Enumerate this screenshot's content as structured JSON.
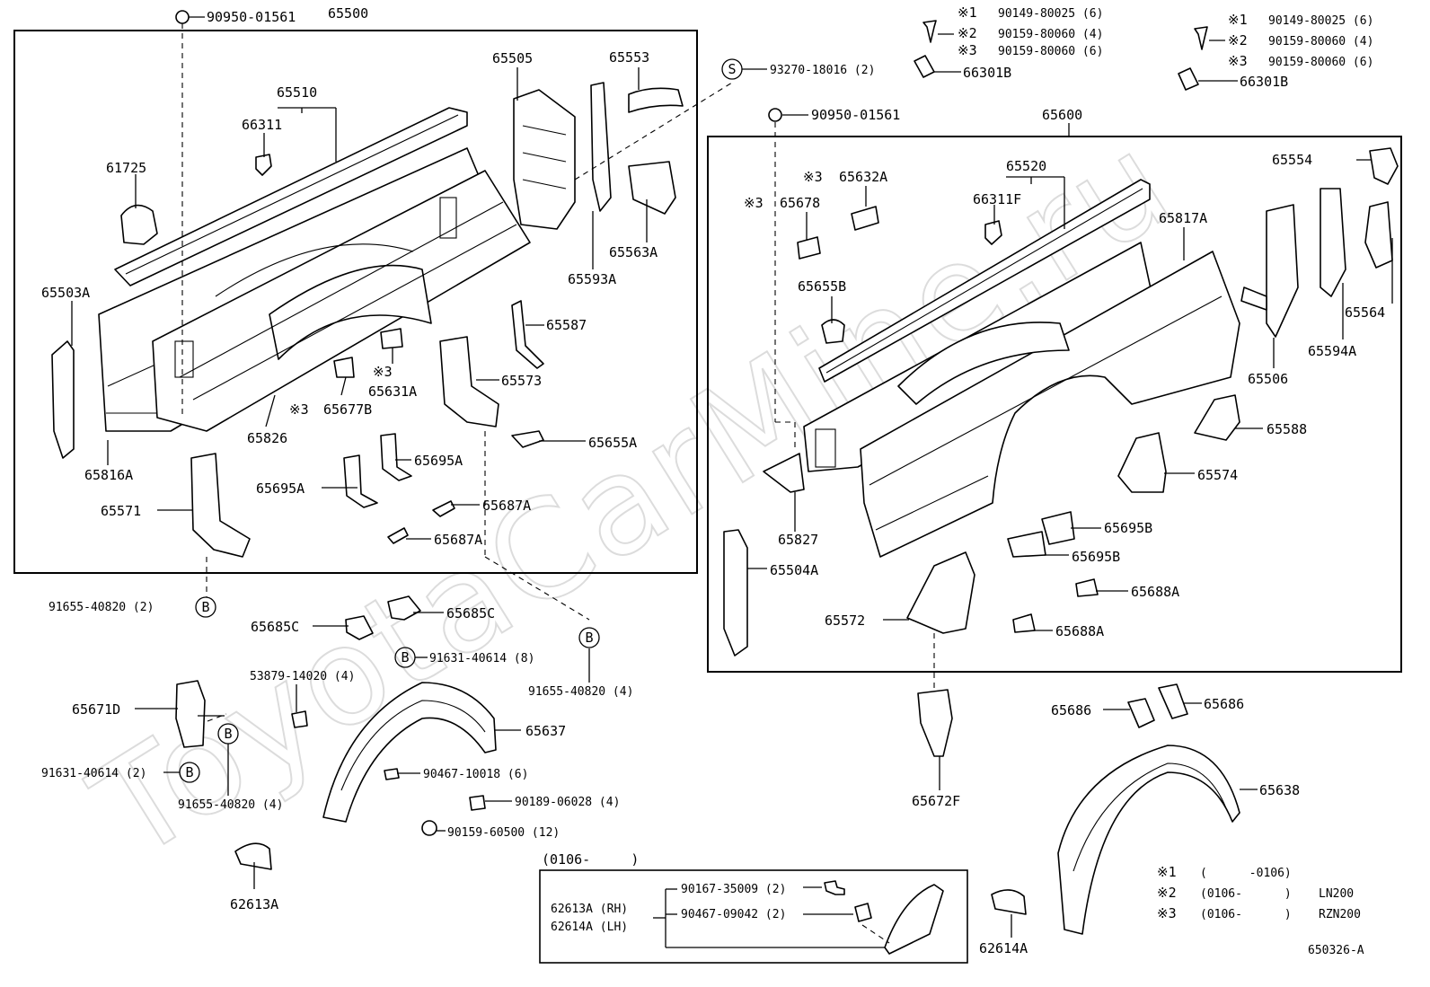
{
  "diagram_code": "650326-A",
  "watermark": "ToyotaCarMine.ru",
  "labels": {
    "p90950_01561_l": "90950-01561",
    "p65500": "65500",
    "p65510": "65510",
    "p66311": "66311",
    "p61725": "61725",
    "p65505": "65505",
    "p65553": "65553",
    "p65563A": "65563A",
    "p65593A": "65593A",
    "p65503A": "65503A",
    "p65816A": "65816A",
    "p65826": "65826",
    "p65677B": "65677B",
    "p65631A": "65631A",
    "p65573": "65573",
    "p65587": "65587",
    "p65655A": "65655A",
    "p65695A_1": "65695A",
    "p65695A_2": "65695A",
    "p65687A_1": "65687A",
    "p65687A_2": "65687A",
    "p65571": "65571",
    "p91655_40820_2": "91655-40820 (2)",
    "p65685C_1": "65685C",
    "p65685C_2": "65685C",
    "p91631_40614_8": "91631-40614 (8)",
    "p91655_40820_4a": "91655-40820 (4)",
    "p53879_14020": "53879-14020 (4)",
    "p65671D": "65671D",
    "p65637": "65637",
    "p91631_40614_2": "91631-40614 (2)",
    "p91655_40820_4b": "91655-40820 (4)",
    "p90467_10018": "90467-10018 (6)",
    "p90189_06028": "90189-06028 (4)",
    "p90159_60500": "90159-60500 (12)",
    "p62613A": "62613A",
    "p93270_18016": "93270-18016 (2)",
    "p90950_01561_r": "90950-01561",
    "p65600": "65600",
    "p65520": "65520",
    "p66311F": "66311F",
    "p65632A": "65632A",
    "p65678": "65678",
    "p65655B": "65655B",
    "p65817A": "65817A",
    "p65554": "65554",
    "p65564": "65564",
    "p65594A": "65594A",
    "p65506": "65506",
    "p65588": "65588",
    "p65574": "65574",
    "p65827": "65827",
    "p65695B_1": "65695B",
    "p65695B_2": "65695B",
    "p65504A": "65504A",
    "p65688A_1": "65688A",
    "p65688A_2": "65688A",
    "p65572": "65572",
    "p65672F": "65672F",
    "p65686_1": "65686",
    "p65686_2": "65686",
    "p65638": "65638",
    "p62614A": "62614A",
    "p66301B_1": "66301B",
    "p66301B_2": "66301B"
  },
  "markers": {
    "s": "S",
    "b": "B",
    "k3": "※3"
  },
  "fastener_tables": [
    {
      "rows": [
        {
          "mark": "※1",
          "part": "90149-80025 (6)"
        },
        {
          "mark": "※2",
          "part": "90159-80060 (4)"
        },
        {
          "mark": "※3",
          "part": "90159-80060 (6)"
        }
      ]
    },
    {
      "rows": [
        {
          "mark": "※1",
          "part": "90149-80025 (6)"
        },
        {
          "mark": "※2",
          "part": "90159-80060 (4)"
        },
        {
          "mark": "※3",
          "part": "90159-80060 (6)"
        }
      ]
    }
  ],
  "mudguard_box": {
    "header": "(0106-     )",
    "rh": "62613A (RH)",
    "lh": "62614A (LH)",
    "screw": "90167-35009 (2)",
    "clip": "90467-09042 (2)"
  },
  "legend": [
    {
      "mark": "※1",
      "range": "(      -0106)",
      "model": ""
    },
    {
      "mark": "※2",
      "range": "(0106-      )",
      "model": "LN200"
    },
    {
      "mark": "※3",
      "range": "(0106-      )",
      "model": "RZN200"
    }
  ]
}
